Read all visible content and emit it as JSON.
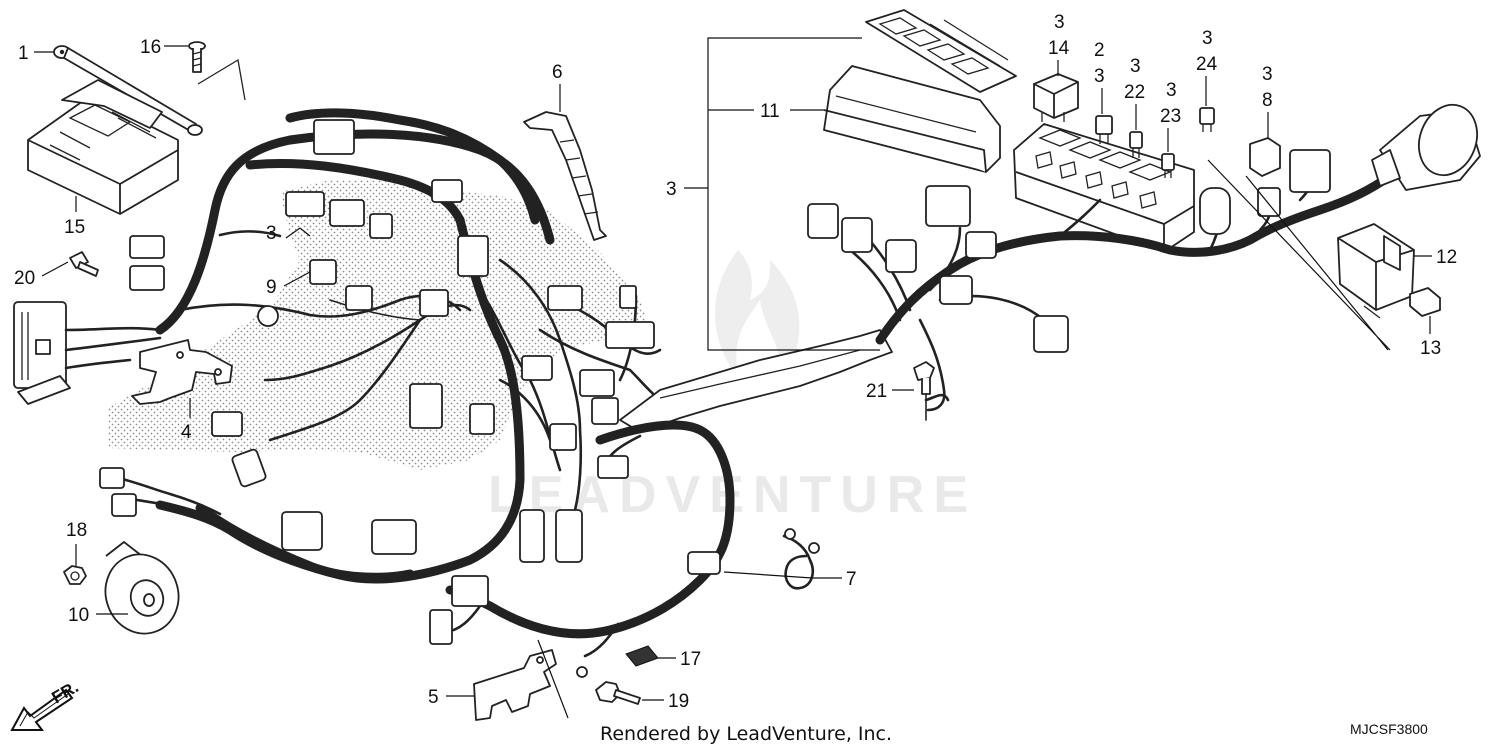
{
  "callouts": [
    {
      "id": "c1",
      "text": "1"
    },
    {
      "id": "c16",
      "text": "16"
    },
    {
      "id": "c15",
      "text": "15"
    },
    {
      "id": "c20",
      "text": "20"
    },
    {
      "id": "c3a",
      "text": "3"
    },
    {
      "id": "c9",
      "text": "9"
    },
    {
      "id": "c4",
      "text": "4"
    },
    {
      "id": "c6",
      "text": "6"
    },
    {
      "id": "c11",
      "text": "11"
    },
    {
      "id": "c3b",
      "text": "3"
    },
    {
      "id": "c14a",
      "text": "3"
    },
    {
      "id": "c14b",
      "text": "14"
    },
    {
      "id": "c2a",
      "text": "2"
    },
    {
      "id": "c2b",
      "text": "3"
    },
    {
      "id": "c22a",
      "text": "3"
    },
    {
      "id": "c22b",
      "text": "22"
    },
    {
      "id": "c23a",
      "text": "3"
    },
    {
      "id": "c23b",
      "text": "23"
    },
    {
      "id": "c24a",
      "text": "3"
    },
    {
      "id": "c24b",
      "text": "24"
    },
    {
      "id": "c8a",
      "text": "3"
    },
    {
      "id": "c8b",
      "text": "8"
    },
    {
      "id": "c12",
      "text": "12"
    },
    {
      "id": "c13",
      "text": "13"
    },
    {
      "id": "c21",
      "text": "21"
    },
    {
      "id": "c18",
      "text": "18"
    },
    {
      "id": "c10",
      "text": "10"
    },
    {
      "id": "c7",
      "text": "7"
    },
    {
      "id": "c17",
      "text": "17"
    },
    {
      "id": "c5",
      "text": "5"
    },
    {
      "id": "c19",
      "text": "19"
    }
  ],
  "watermark": "LEADVENTURE",
  "footer": "Rendered by LeadVenture, Inc.",
  "diagram_code": "MJCSF3800",
  "direction_label": "FR.",
  "colors": {
    "line": "#222222",
    "watermark": "#e9e9e9",
    "stipple": "#8a8a8a"
  }
}
